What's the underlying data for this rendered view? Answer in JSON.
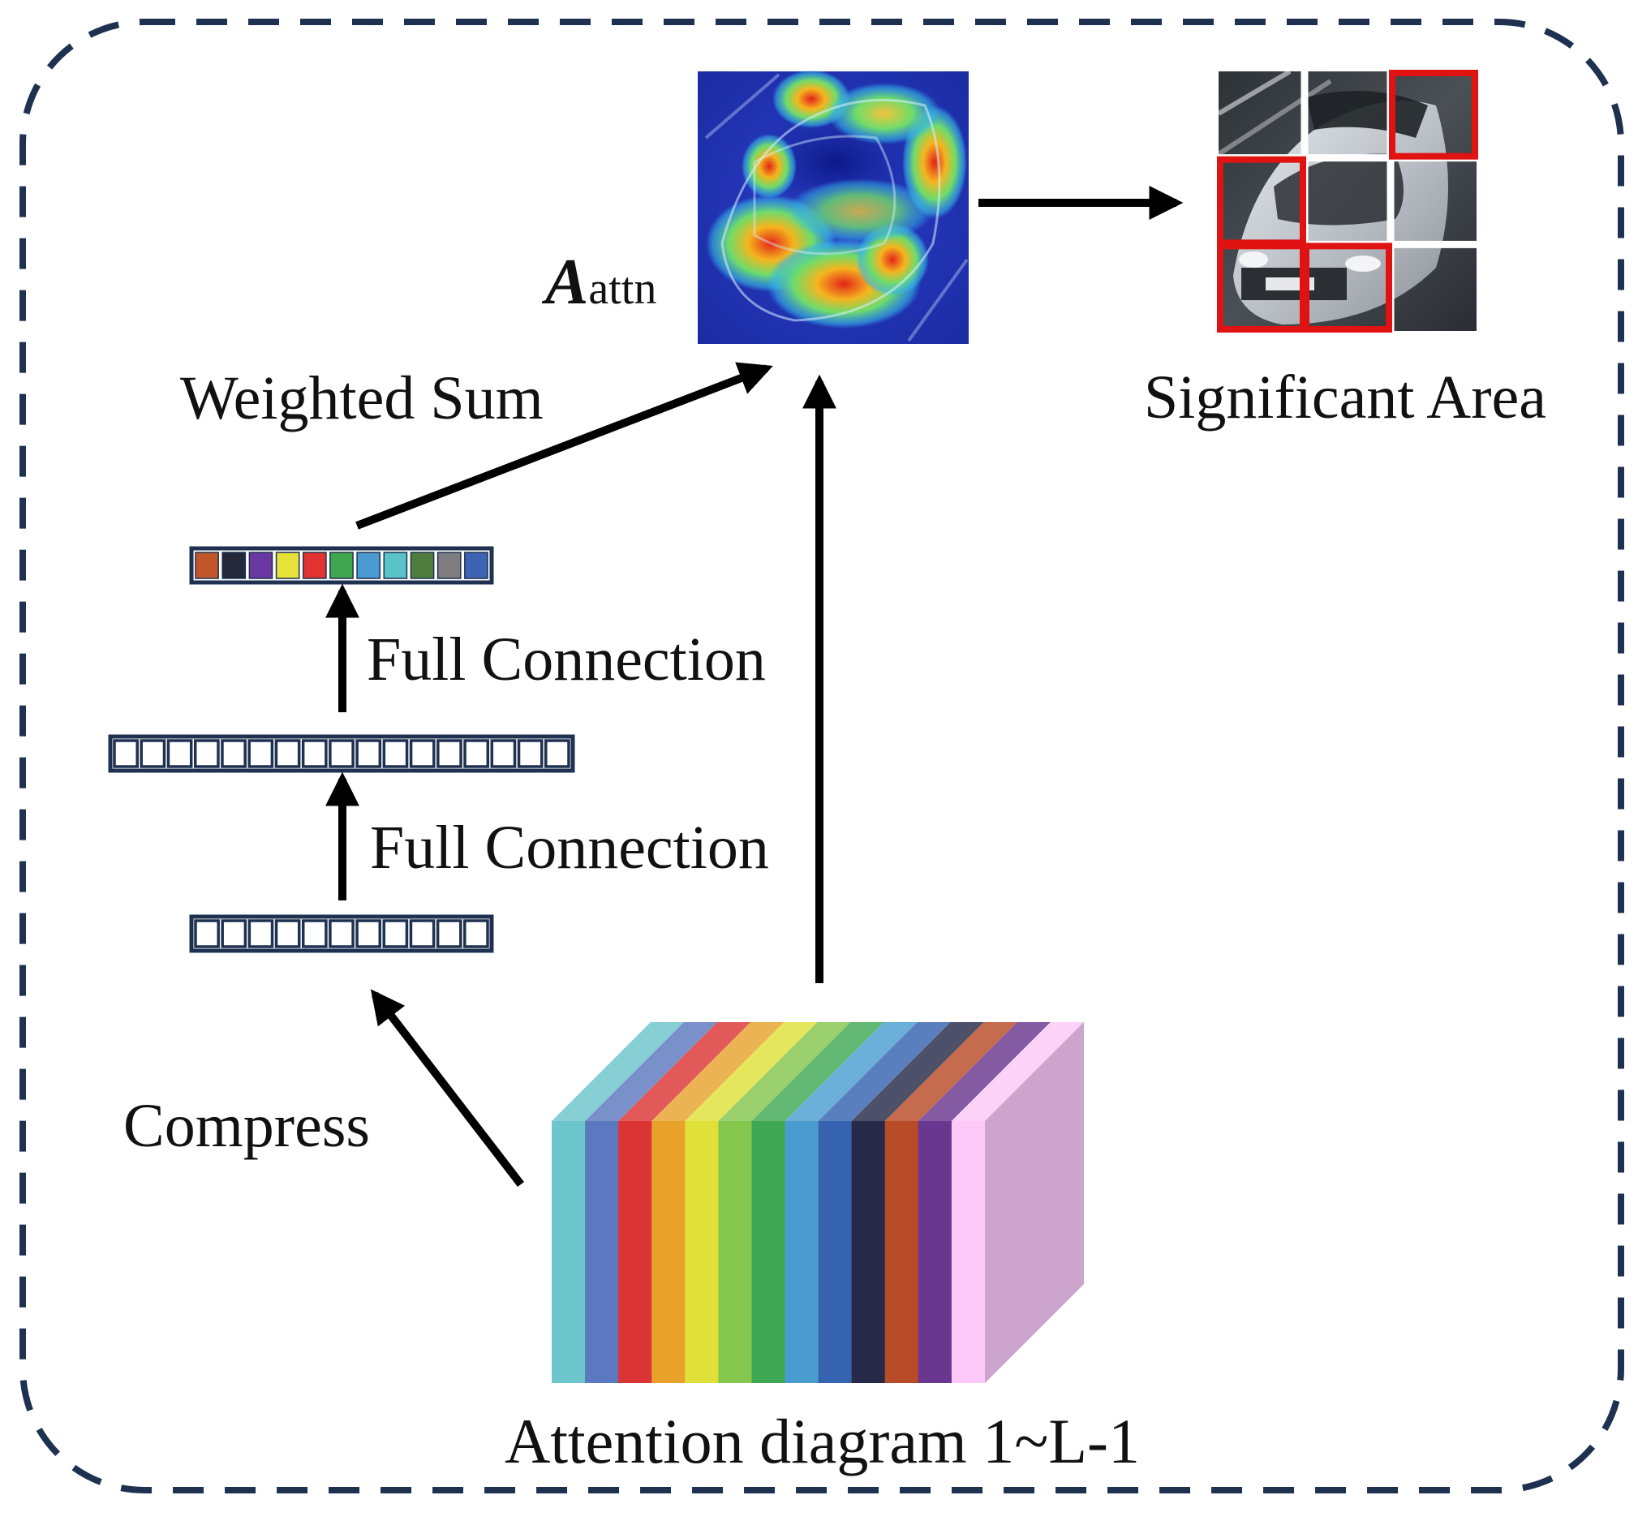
{
  "labels": {
    "weighted_sum": "Weighted Sum",
    "full_connection_top": "Full Connection",
    "full_connection_bottom": "Full Connection",
    "compress": "Compress",
    "significant_area": "Significant Area",
    "attention_diagram": "Attention diagram 1~L-1",
    "attn_symbol": "A",
    "attn_subscript": "attn"
  },
  "colors": {
    "frame": "#1f3150",
    "arrow": "#000000",
    "highlight": "#e01212",
    "weight_vector": [
      "#c0562a",
      "#23283a",
      "#6b37a0",
      "#e6e23a",
      "#e23232",
      "#3fa84e",
      "#4b9bd2",
      "#58c3c8",
      "#4f7d3e",
      "#7d7d82",
      "#3d64b4"
    ],
    "stack_slices": [
      "#6cc6cc",
      "#5c78c0",
      "#da3434",
      "#e8a22c",
      "#e0e03a",
      "#84c64e",
      "#3fa854",
      "#4a9cd0",
      "#3563b0",
      "#262a48",
      "#b84c28",
      "#6a3790",
      "#fcc8f8"
    ],
    "stack_side": "#cda4cc"
  },
  "vectors": {
    "weight_cells": 11,
    "hidden_cells": 17,
    "compressed_cells": 11
  },
  "significant_area": {
    "grid": 3,
    "highlighted_cells": [
      [
        0,
        2
      ],
      [
        1,
        0
      ],
      [
        2,
        0
      ],
      [
        2,
        1
      ]
    ]
  }
}
